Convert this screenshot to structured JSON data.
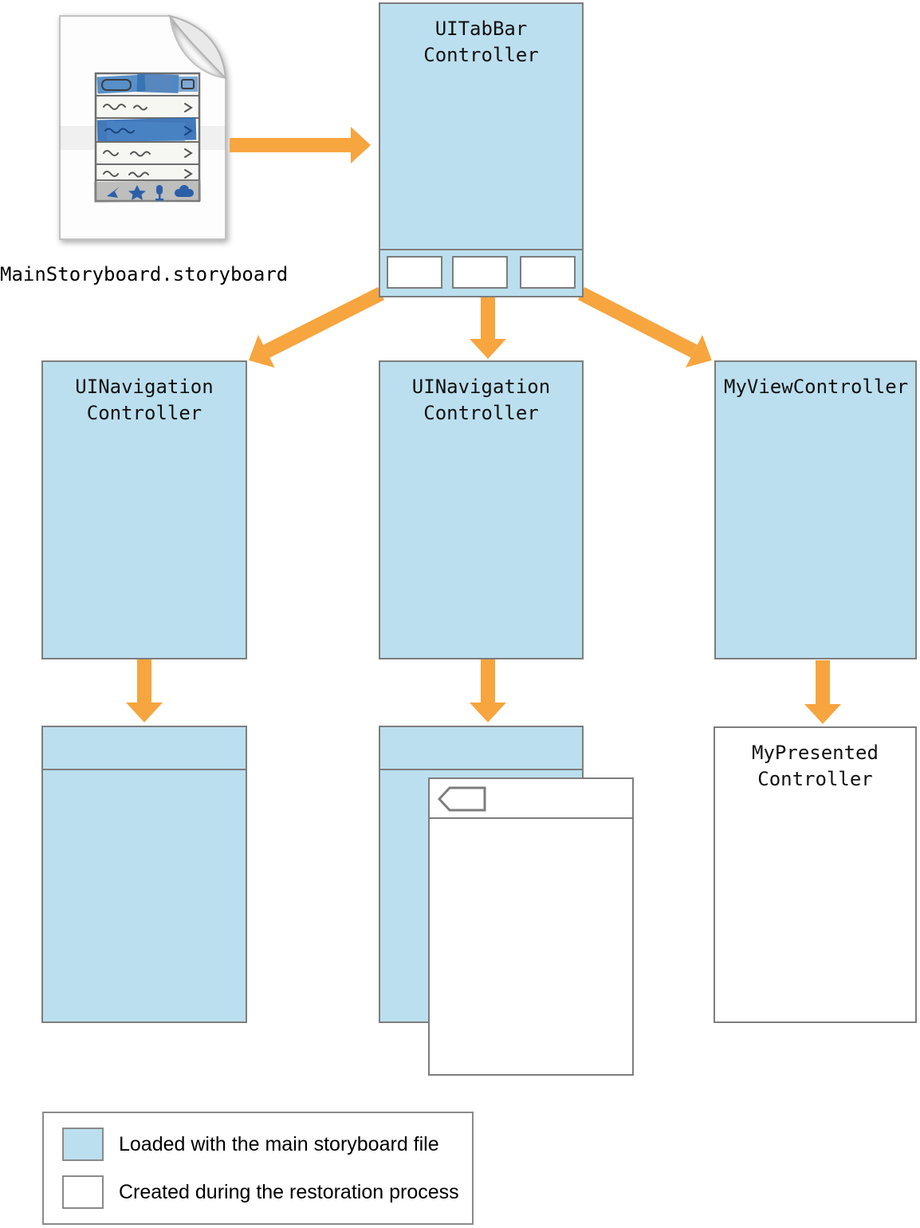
{
  "colors": {
    "box_fill": "#bbdfee",
    "box_border": "#7d7d7d",
    "arrow": "#f6a53f",
    "sketch_blue": "#3172b4"
  },
  "file": {
    "label": "MainStoryboard.storyboard"
  },
  "nodes": {
    "tabbar": {
      "label": "UITabBar Controller"
    },
    "nav1": {
      "label": "UINavigation Controller"
    },
    "nav2": {
      "label": "UINavigation Controller"
    },
    "myvc": {
      "label": "MyViewController"
    },
    "presented": {
      "label": "MyPresented Controller"
    }
  },
  "legend": {
    "items": [
      {
        "swatch": "storyboard",
        "label": "Loaded with the main storyboard file"
      },
      {
        "swatch": "restored",
        "label": "Created during the restoration process"
      }
    ]
  }
}
